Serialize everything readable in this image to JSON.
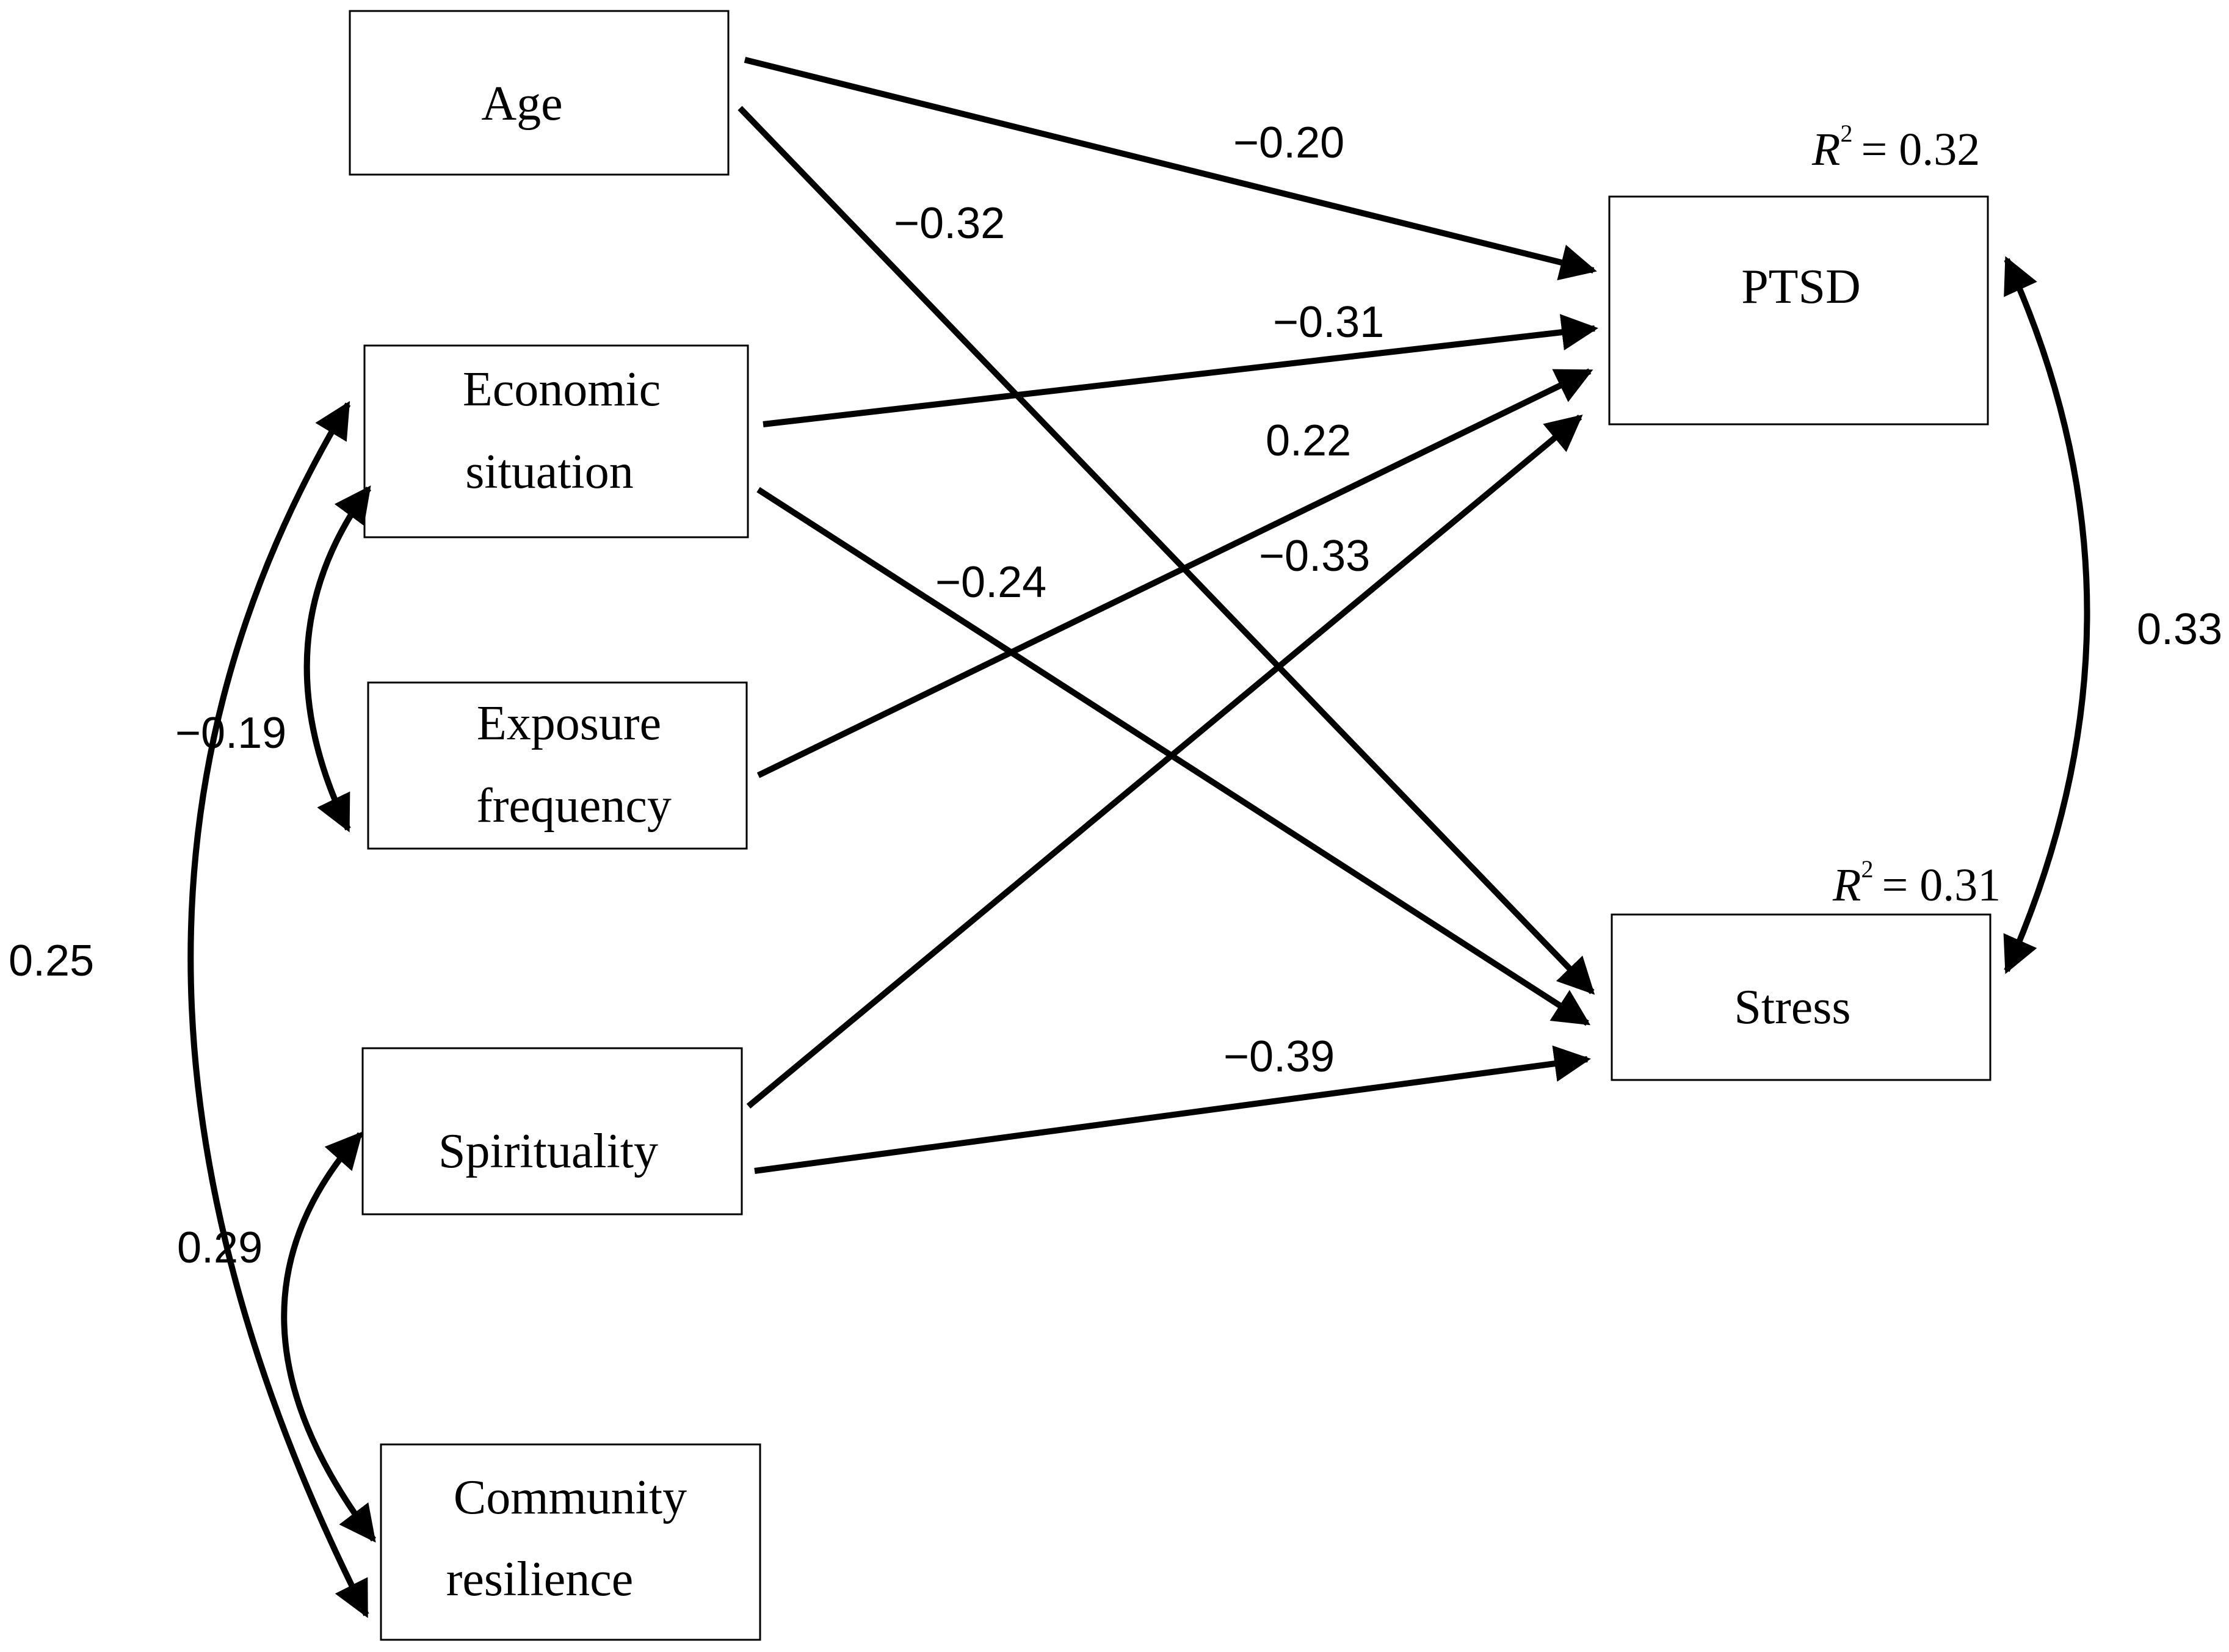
{
  "nodes": {
    "age": {
      "lines": [
        "Age"
      ]
    },
    "economic": {
      "lines": [
        "Economic",
        "situation"
      ]
    },
    "exposure": {
      "lines": [
        "Exposure",
        "frequency"
      ]
    },
    "spirituality": {
      "lines": [
        "Spirituality"
      ]
    },
    "community": {
      "lines": [
        "Community",
        "resilience"
      ]
    },
    "ptsd": {
      "lines": [
        "PTSD"
      ]
    },
    "stress": {
      "lines": [
        "Stress"
      ]
    }
  },
  "r_squared": {
    "ptsd": {
      "symbol": "R",
      "exponent": "2",
      "value": "= 0.32"
    },
    "stress": {
      "symbol": "R",
      "exponent": "2",
      "value": "= 0.31"
    }
  },
  "paths": [
    {
      "from": "Age",
      "to": "PTSD",
      "label": "−0.20"
    },
    {
      "from": "Age",
      "to": "Stress",
      "label": "−0.32"
    },
    {
      "from": "Economic situation",
      "to": "PTSD",
      "label": "−0.31"
    },
    {
      "from": "Exposure frequency",
      "to": "PTSD",
      "label": "0.22"
    },
    {
      "from": "Spirituality",
      "to": "PTSD",
      "label": "−0.33"
    },
    {
      "from": "Economic situation",
      "to": "Stress",
      "label": "−0.24"
    },
    {
      "from": "Spirituality",
      "to": "Stress",
      "label": "−0.39"
    }
  ],
  "correlations": [
    {
      "between": [
        "Economic situation",
        "Exposure frequency"
      ],
      "label": "−0.19"
    },
    {
      "between": [
        "Economic situation",
        "Community resilience"
      ],
      "label": "0.25"
    },
    {
      "between": [
        "Spirituality",
        "Community resilience"
      ],
      "label": "0.29"
    },
    {
      "between": [
        "PTSD",
        "Stress"
      ],
      "label": "0.33"
    }
  ]
}
